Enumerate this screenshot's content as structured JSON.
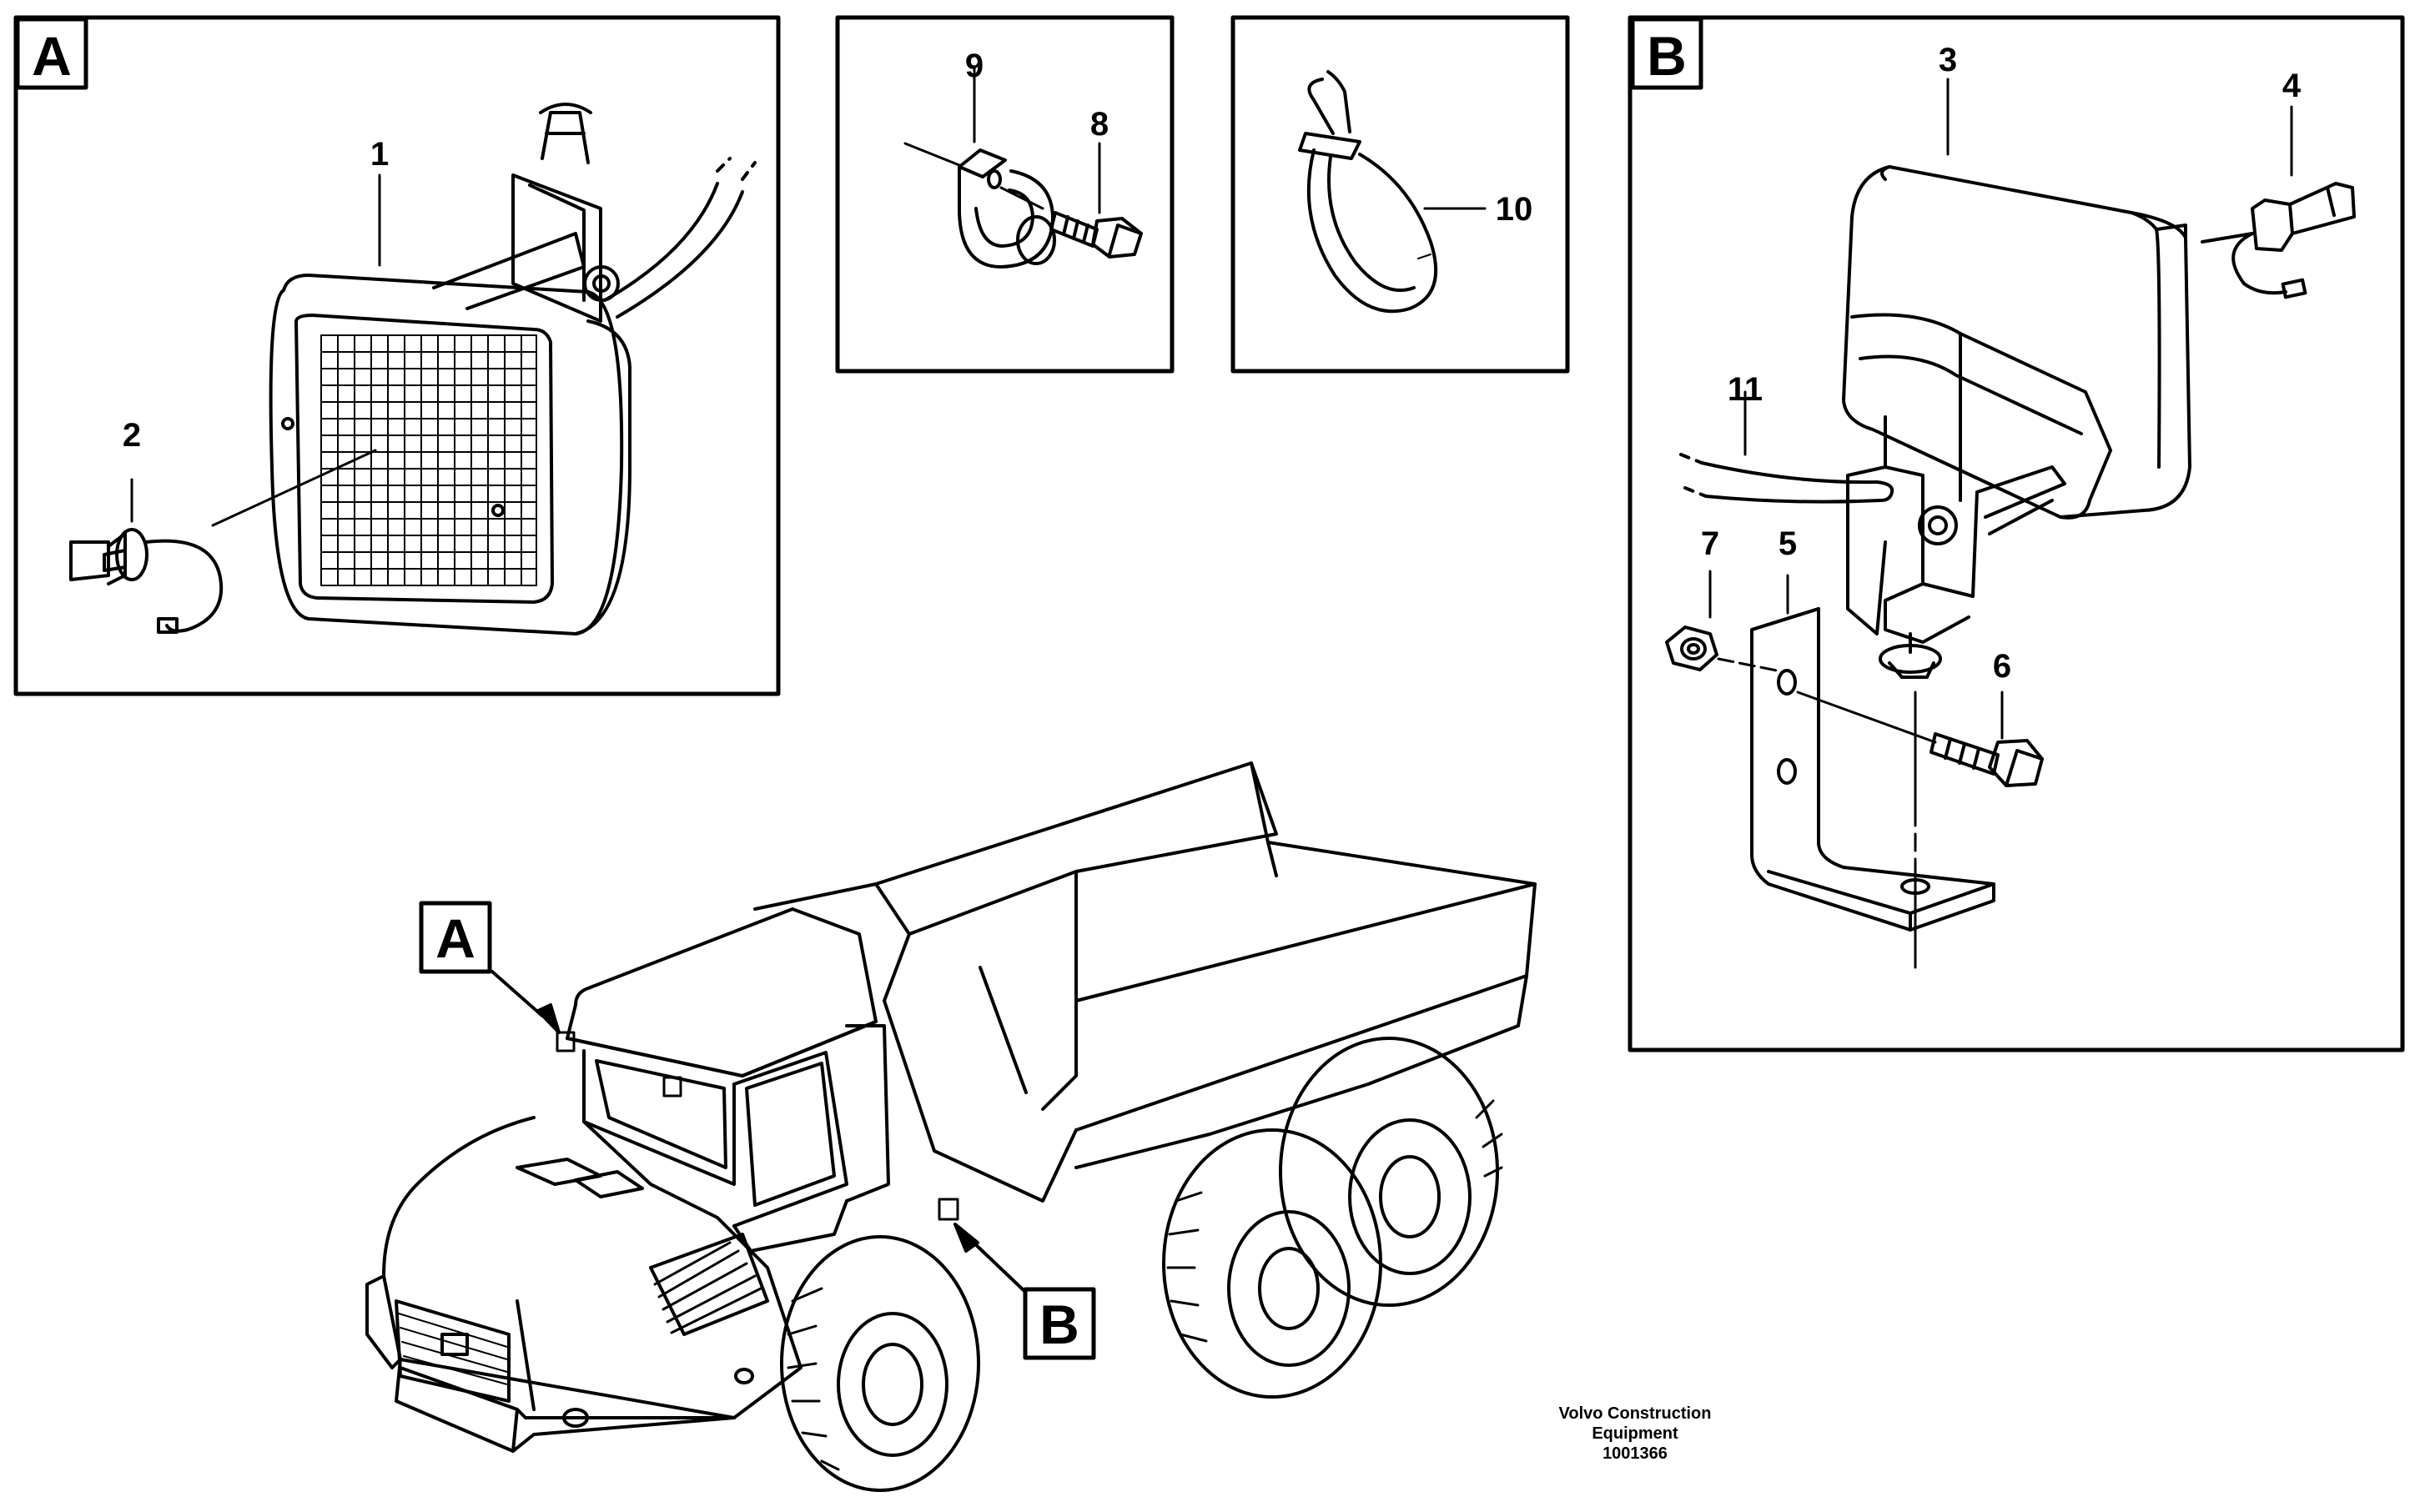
{
  "views": {
    "a": "A",
    "b": "B"
  },
  "parts": {
    "p1": "1",
    "p2": "2",
    "p3": "3",
    "p4": "4",
    "p5": "5",
    "p6": "6",
    "p7": "7",
    "p8": "8",
    "p9": "9",
    "p10": "10",
    "p11": "11"
  },
  "footer": {
    "line1": "Volvo Construction",
    "line2": "Equipment",
    "line3": "1001366"
  }
}
